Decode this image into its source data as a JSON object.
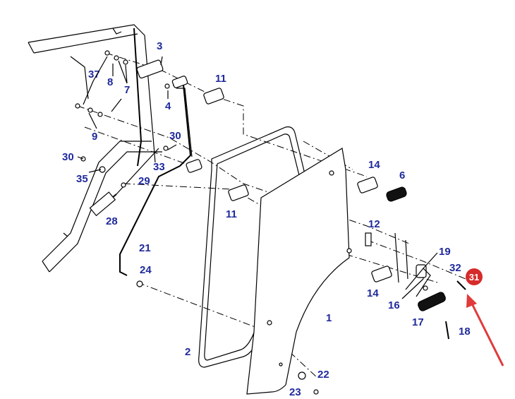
{
  "labels": [
    "1",
    "2",
    "3",
    "4",
    "6",
    "7",
    "8",
    "9",
    "11",
    "11",
    "12",
    "14",
    "14",
    "16",
    "17",
    "18",
    "19",
    "21",
    "22",
    "23",
    "24",
    "28",
    "29",
    "30",
    "30",
    "32",
    "33",
    "35",
    "37"
  ],
  "highlight": {
    "label": "31",
    "color": "#d62b2b"
  },
  "colors": {
    "label": "#1f2a9c",
    "line": "#000000",
    "arrow": "#e03a3a"
  }
}
